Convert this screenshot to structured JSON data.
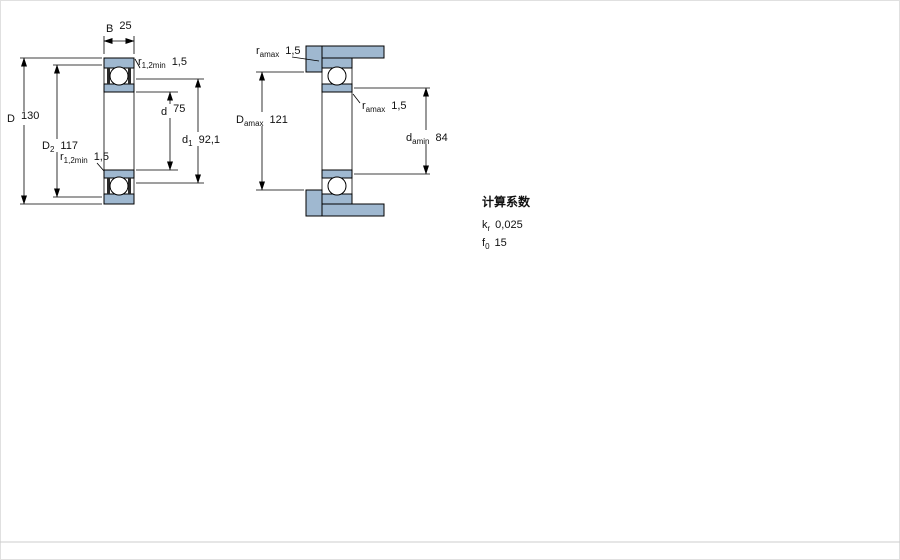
{
  "colors": {
    "bearing_fill": "#9fb8d0",
    "shield_fill": "#2a2a2a",
    "divider": "#cccccc"
  },
  "left_view": {
    "b_label": {
      "sym": "B",
      "sub": "",
      "val": "25"
    },
    "r_top_label": {
      "sym": "r",
      "sub": "1,2min",
      "val": "1,5"
    },
    "outer_dia_label": {
      "sym": "D",
      "sub": "",
      "val": "130"
    },
    "d2_label": {
      "sym": "D",
      "sub": "2",
      "val": "117"
    },
    "bore_label": {
      "sym": "d",
      "sub": "",
      "val": "75"
    },
    "d1_label": {
      "sym": "d",
      "sub": "1",
      "val": "92,1"
    },
    "r_bottom_label": {
      "sym": "r",
      "sub": "1,2min",
      "val": "1,5"
    }
  },
  "right_view": {
    "ra_top_label": {
      "sym": "r",
      "sub": "amax",
      "val": "1,5"
    },
    "da_max_label": {
      "sym": "D",
      "sub": "amax",
      "val": "121"
    },
    "ra_mid_label": {
      "sym": "r",
      "sub": "amax",
      "val": "1,5"
    },
    "da_min_label": {
      "sym": "d",
      "sub": "amin",
      "val": "84"
    }
  },
  "calculation_factors": {
    "title": "计算系数",
    "kr": {
      "sym": "k",
      "sub": "r",
      "val": "0,025"
    },
    "f0": {
      "sym": "f",
      "sub": "0",
      "val": "15"
    }
  }
}
